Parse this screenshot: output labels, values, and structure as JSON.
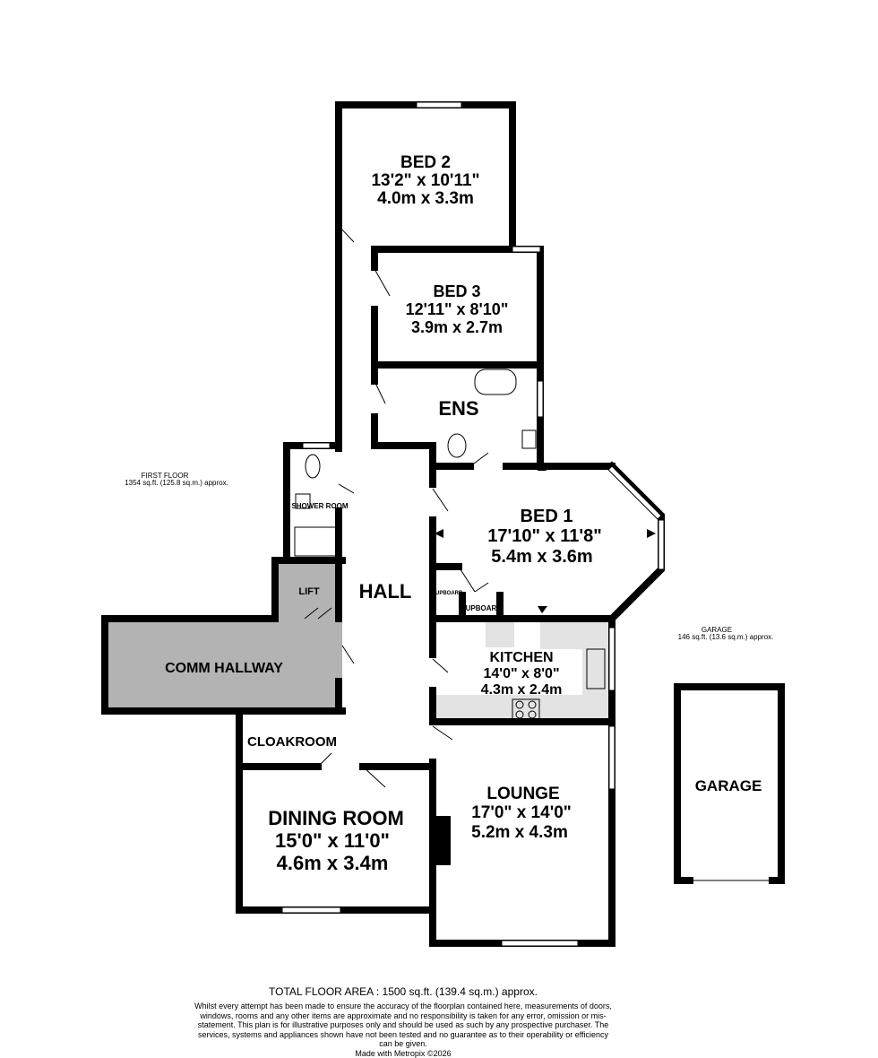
{
  "labels": {
    "first_floor": {
      "title": "FIRST FLOOR",
      "area": "1354 sq.ft. (125.8 sq.m.) approx."
    },
    "garage_area": {
      "title": "GARAGE",
      "area": "146 sq.ft. (13.6 sq.m.) approx."
    }
  },
  "rooms": {
    "bed2": {
      "name": "BED 2",
      "imperial": "13'2\"  x 10'11\"",
      "metric": "4.0m  x 3.3m"
    },
    "bed3": {
      "name": "BED 3",
      "imperial": "12'11\"  x 8'10\"",
      "metric": "3.9m  x 2.7m"
    },
    "ens": {
      "name": "ENS"
    },
    "bed1": {
      "name": "BED 1",
      "imperial": "17'10\"  x 11'8\"",
      "metric": "5.4m  x 3.6m"
    },
    "shower": {
      "name": "SHOWER ROOM"
    },
    "lift": {
      "name": "LIFT"
    },
    "hall": {
      "name": "HALL"
    },
    "cupboard1": {
      "name": "CUPBOARD"
    },
    "cupboard2": {
      "name": "CUPBOARD"
    },
    "comm": {
      "name": "COMM HALLWAY"
    },
    "kitchen": {
      "name": "KITCHEN",
      "imperial": "14'0\"  x 8'0\"",
      "metric": "4.3m  x 2.4m"
    },
    "cloakroom": {
      "name": "CLOAKROOM"
    },
    "lounge": {
      "name": "LOUNGE",
      "imperial": "17'0\"  x 14'0\"",
      "metric": "5.2m  x 4.3m"
    },
    "dining": {
      "name": "DINING ROOM",
      "imperial": "15'0\"  x 11'0\"",
      "metric": "4.6m  x 3.4m"
    },
    "garage": {
      "name": "GARAGE"
    }
  },
  "footer": {
    "total": "TOTAL FLOOR AREA : 1500 sq.ft. (139.4 sq.m.) approx.",
    "disclaimer": "Whilst every attempt has been made to ensure the accuracy of the floorplan contained here, measurements of doors, windows, rooms and any other items are approximate and no responsibility is taken for any error, omission or mis-statement. This plan is for illustrative purposes only and should be used as such by any prospective purchaser. The services, systems and appliances shown have not been tested and no guarantee as to their operability or efficiency can be given.",
    "credit": "Made with Metropix ©2026"
  },
  "colors": {
    "wall": "#000000",
    "shared_area": "#b3b3b3",
    "fittings": "#e3e3e3"
  }
}
